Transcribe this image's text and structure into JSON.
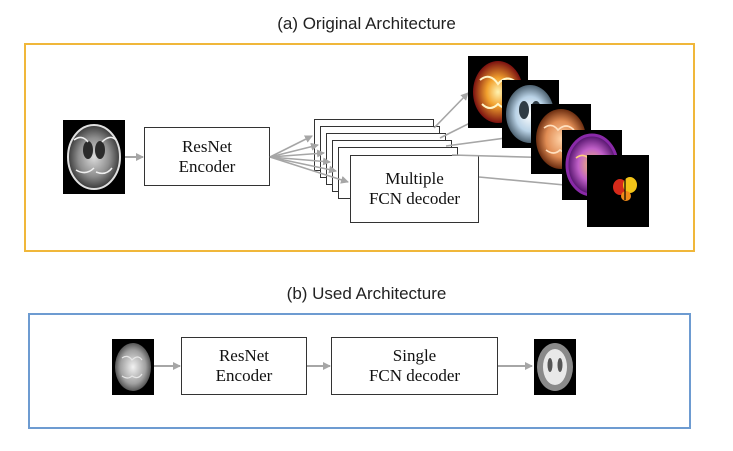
{
  "panel_a": {
    "caption": "(a) Original Architecture",
    "encoder_label": "ResNet\nEncoder",
    "decoder_label": "Multiple\nFCN decoder",
    "border_color": "#f0b73a"
  },
  "panel_b": {
    "caption": "(b) Used Architecture",
    "encoder_label": "ResNet\nEncoder",
    "decoder_label": "Single\nFCN decoder",
    "border_color": "#6d9bd1"
  }
}
